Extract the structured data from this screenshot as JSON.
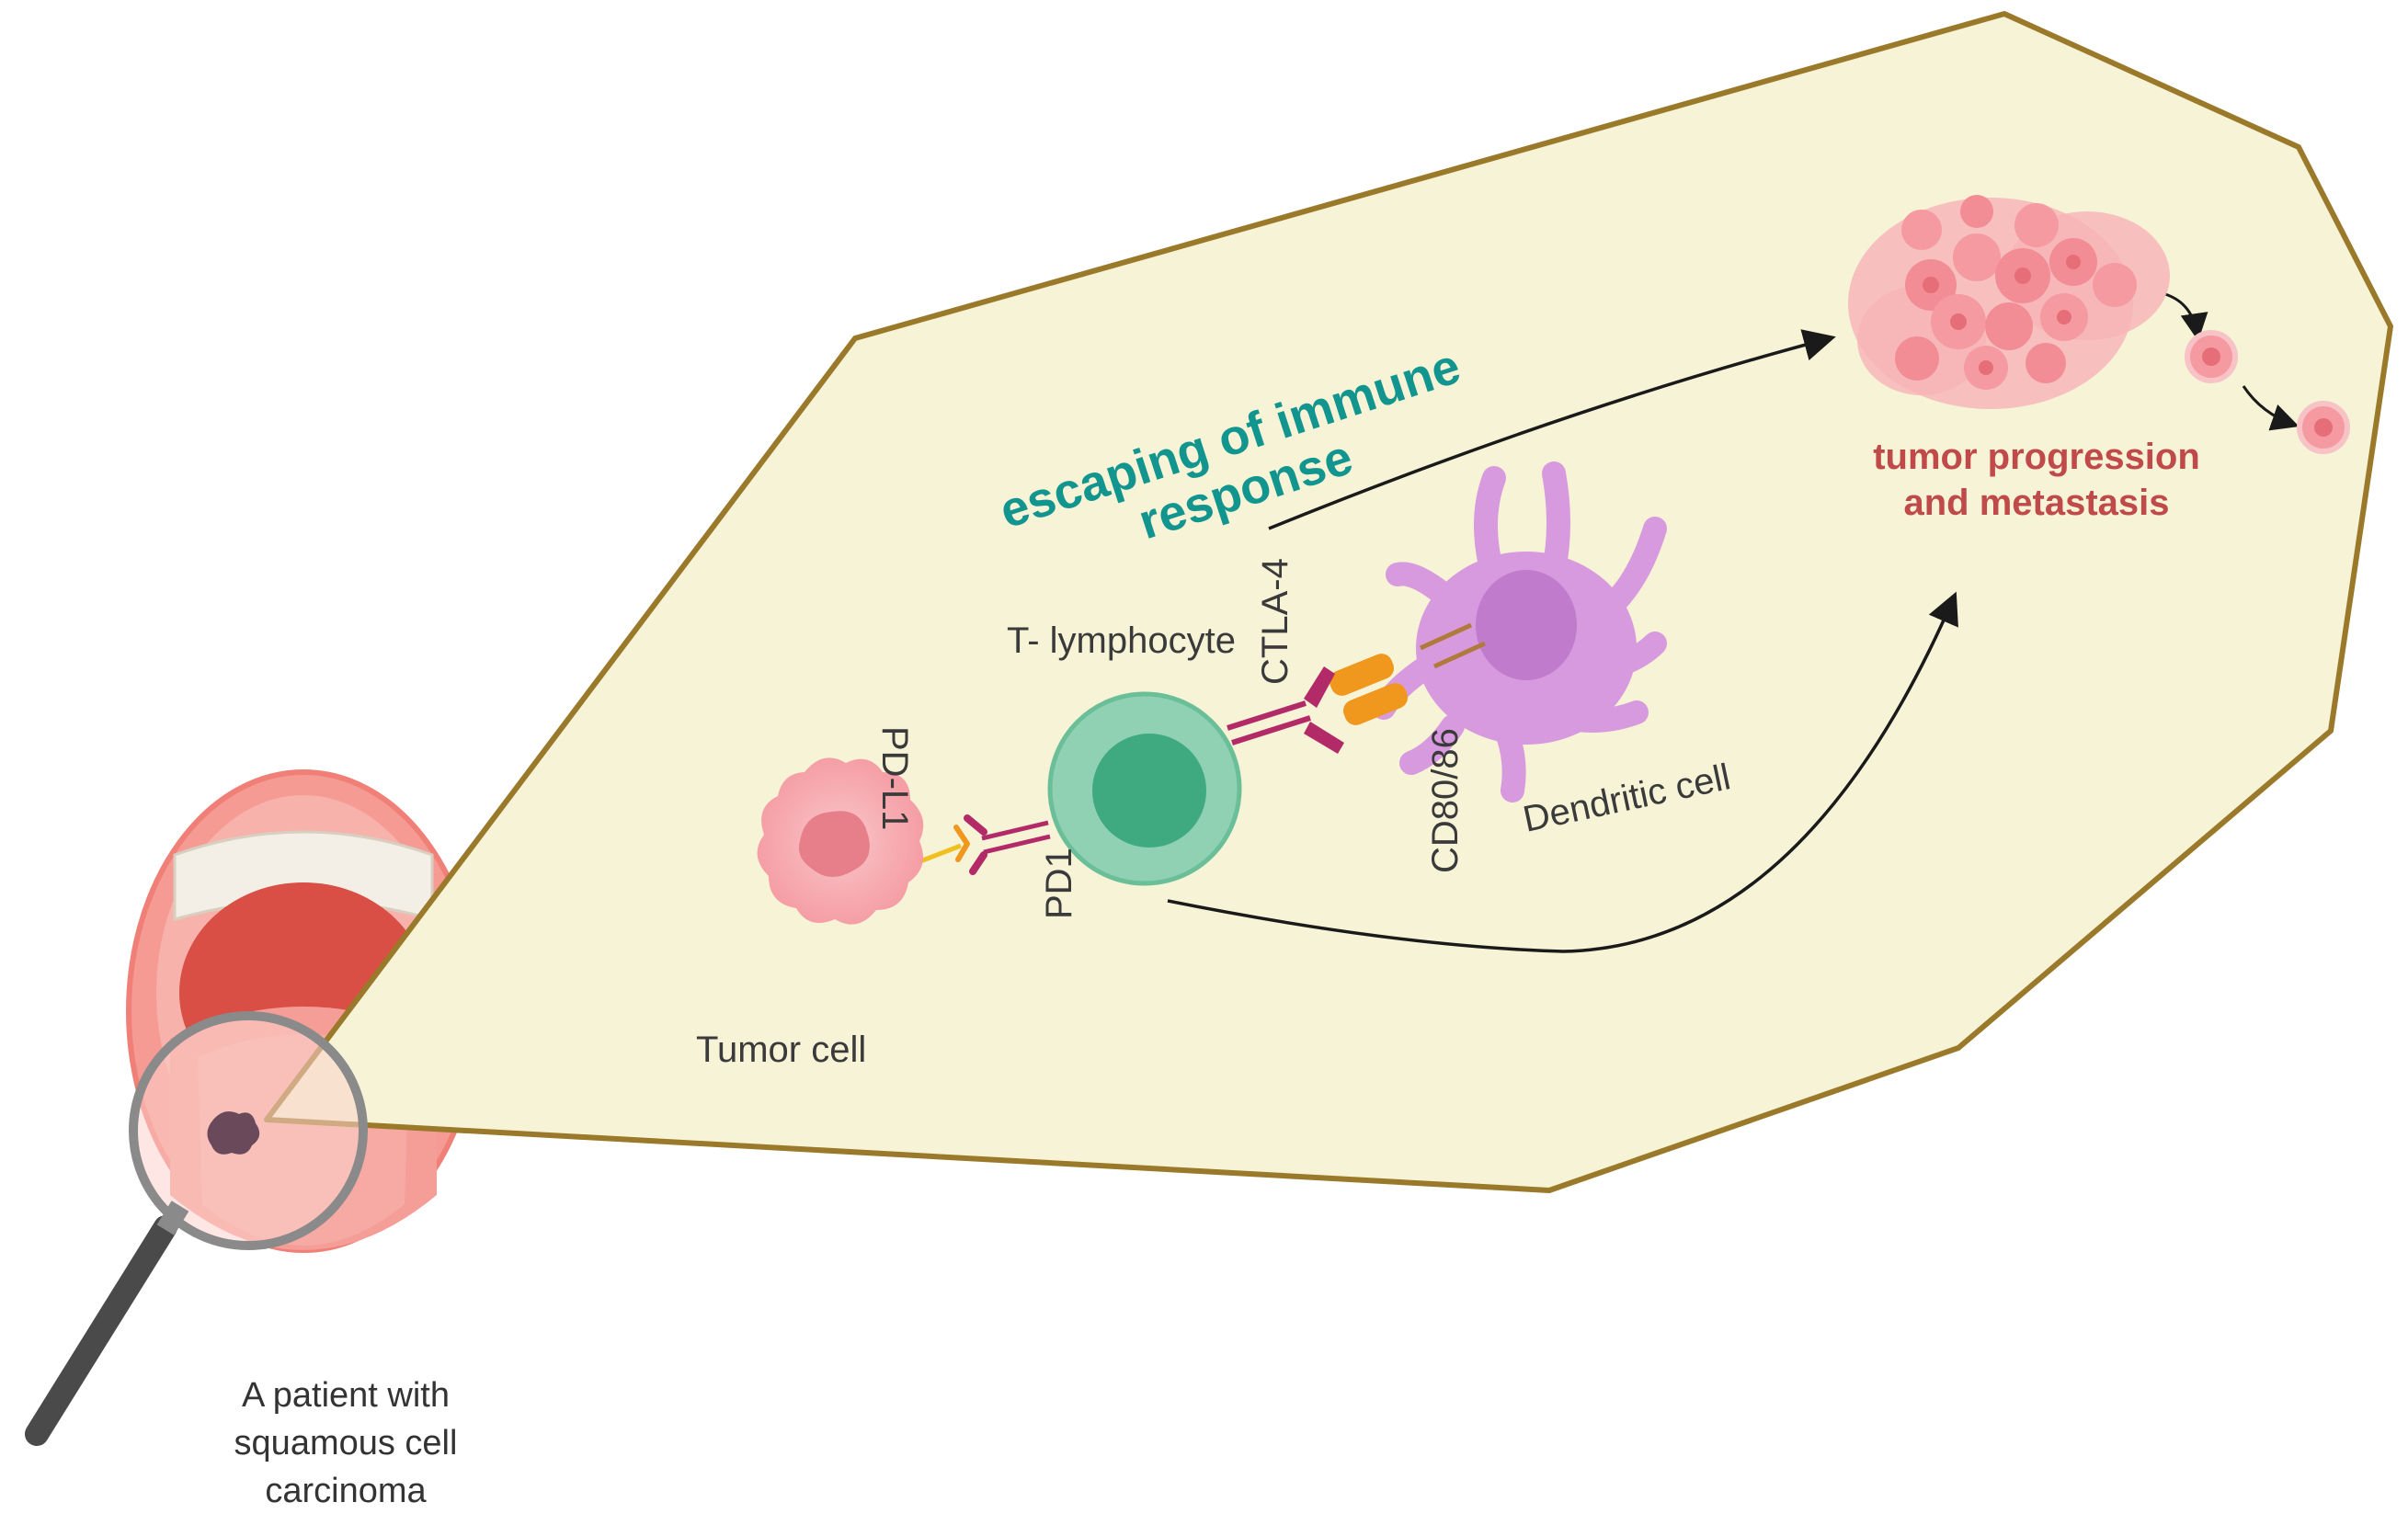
{
  "labels": {
    "escape_line1": "escaping of immune",
    "escape_line2": "response",
    "t_lymphocyte": "T- lymphocyte",
    "ctla4": "CTLA-4",
    "pdl1": "PD-L1",
    "pd1": "PD1",
    "cd80_86": "CD80/86",
    "dendritic_cell": "Dendritic cell",
    "tumor_cell": "Tumor cell",
    "progression_line1": "tumor progression",
    "progression_line2": "and metastasis",
    "patient_line1": "A patient with",
    "patient_line2": "squamous cell",
    "patient_line3": "carcinoma"
  },
  "colors": {
    "panel_fill": "#f6f3d6",
    "panel_stroke": "#9a7a2a",
    "escape_text": "#12958e",
    "progression_text": "#c04a4a",
    "t_cell": "#8fd1b2",
    "t_cell_nucleus": "#3faa80",
    "dendritic": "#d89ade",
    "tumor": "#f7b3b8",
    "cd80": "#f0971e",
    "receptor": "#b22a68"
  }
}
